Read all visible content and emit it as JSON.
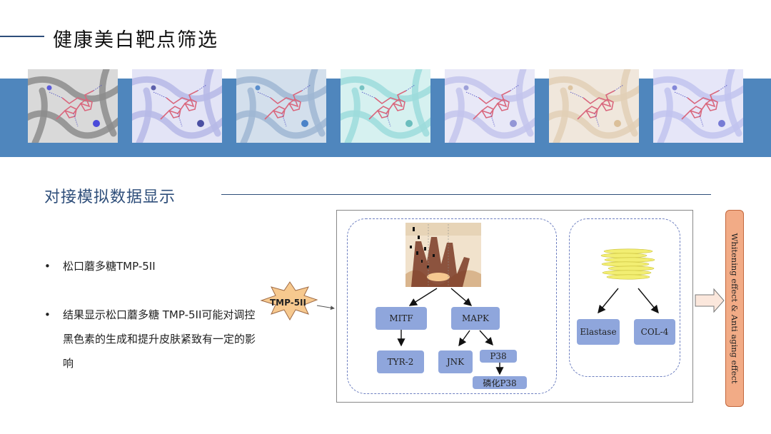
{
  "header": {
    "title": "健康美白靶点筛选"
  },
  "section": {
    "title": "对接模拟数据显示"
  },
  "bullets": [
    {
      "marker": "•",
      "text": "松口蘑多糖TMP-5II"
    },
    {
      "marker": "•",
      "text": "结果显示松口蘑多糖 TMP-5II可能对调控黑色素的生成和提升皮肤紧致有一定的影响"
    }
  ],
  "diagram": {
    "source": "TMP-5II",
    "nodes": {
      "mitf": "MITF",
      "mapk": "MAPK",
      "tyr2": "TYR-2",
      "jnk": "JNK",
      "p38": "P38",
      "p_p38": "磷化P38",
      "elastase": "Elastase",
      "col4": "COL-4"
    },
    "effect": "Whitening effect  &  Anti aging effect"
  },
  "docking_tiles": [
    {
      "bg": "#d9d9d9",
      "ribbon": "#8c8c8c",
      "accent": "#3b3bd9"
    },
    {
      "bg": "#e3e4f6",
      "ribbon": "#b6b9e6",
      "accent": "#3a3f9a"
    },
    {
      "bg": "#d3dfec",
      "ribbon": "#9fb7d4",
      "accent": "#3c79c4"
    },
    {
      "bg": "#d6f1f0",
      "ribbon": "#9cdcdc",
      "accent": "#5fb8b8"
    },
    {
      "bg": "#e8e8f7",
      "ribbon": "#c3c4ec",
      "accent": "#8a8dd1"
    },
    {
      "bg": "#f0e7dc",
      "ribbon": "#e2cfb6",
      "accent": "#d8bb92"
    },
    {
      "bg": "#e6e6f8",
      "ribbon": "#c1c3ef",
      "accent": "#6a6fd0"
    }
  ],
  "colors": {
    "accent_blue": "#4f86bd",
    "node_fill": "#8fa6dc",
    "title_blue": "#2e4e7a",
    "effect_fill": "#f2ab86"
  }
}
